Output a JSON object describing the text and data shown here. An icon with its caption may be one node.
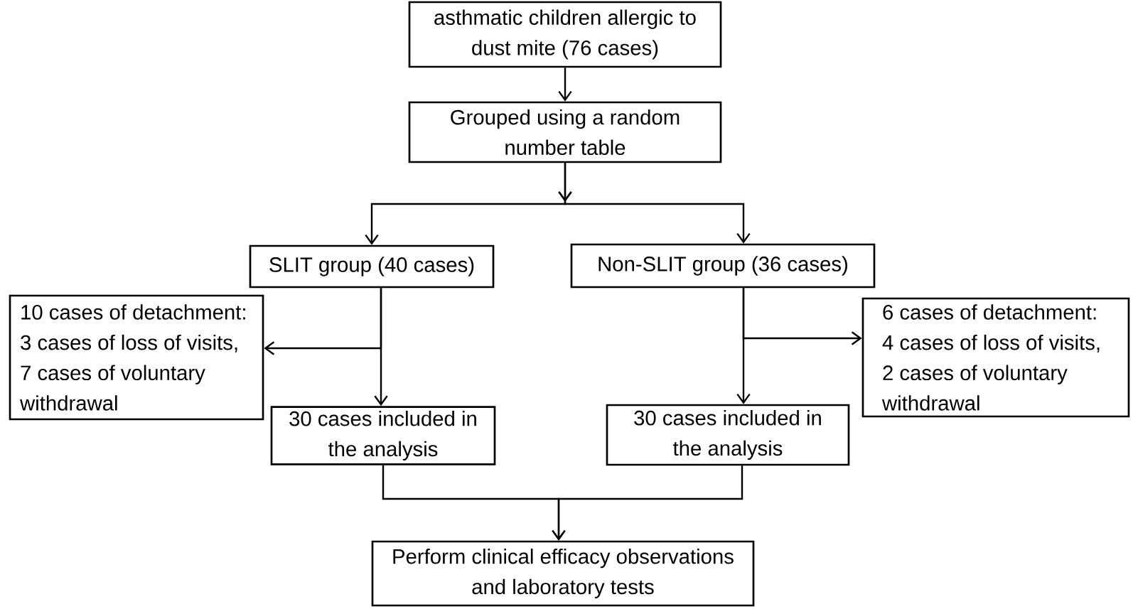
{
  "diagram": {
    "nodes": [
      {
        "text": [
          "asthmatic children allergic to dust mite (76 cases)"
        ]
      },
      {
        "text": [
          "Grouped using a random number table"
        ]
      },
      {
        "text": [
          "SLIT group (40 cases)"
        ]
      },
      {
        "text": [
          "Non-SLIT group (36 cases)"
        ]
      },
      {
        "text": [
          "10 cases of detachment: 3 cases of loss of visits, 7 cases of voluntary withdrawal"
        ]
      },
      {
        "text": [
          "30 cases included in the analysis"
        ]
      },
      {
        "text": [
          "6 cases of detachment: 4 cases of loss of visits, 2 cases of voluntary withdrawal"
        ]
      },
      {
        "text": [
          "30 cases included in the analysis"
        ]
      },
      {
        "text": [
          "Perform clinical efficacy observations and laboratory tests"
        ]
      }
    ],
    "edges": [
      {
        "from": 0,
        "to": 1,
        "arrow": "to"
      },
      {
        "from": 1,
        "to": 2,
        "arrow": "to"
      },
      {
        "from": 1,
        "to": 3,
        "arrow": "to"
      },
      {
        "from": 2,
        "to": 4,
        "arrow": "to"
      },
      {
        "from": 2,
        "to": 5,
        "arrow": "to"
      },
      {
        "from": 3,
        "to": 6,
        "arrow": "to"
      },
      {
        "from": 3,
        "to": 7,
        "arrow": "to"
      },
      {
        "from": 5,
        "to": 8,
        "arrow": "to"
      },
      {
        "from": 7,
        "to": 8,
        "arrow": "to"
      }
    ]
  }
}
